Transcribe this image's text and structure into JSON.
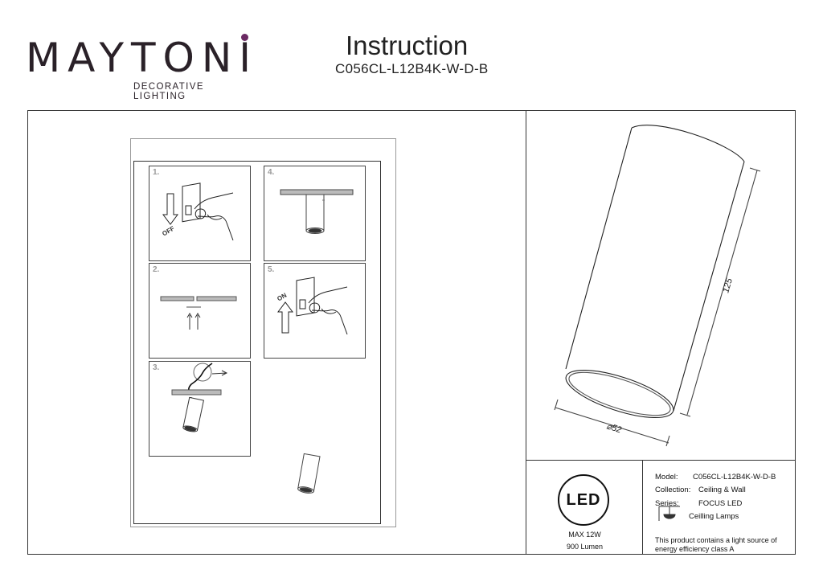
{
  "brand": {
    "name": "MAYTONI",
    "tagline": "DECORATIVE LIGHTING",
    "accent_color": "#6b2a63"
  },
  "header": {
    "title": "Instruction",
    "model": "C056CL-L12B4K-W-D-B"
  },
  "steps": [
    {
      "number": "1.",
      "switch_label": "OFF"
    },
    {
      "number": "2."
    },
    {
      "number": "3."
    },
    {
      "number": "4."
    },
    {
      "number": "5.",
      "switch_label": "ON"
    }
  ],
  "dimensions": {
    "height": "125",
    "diameter": "⌀52"
  },
  "led": {
    "badge": "LED",
    "power": "MAX 12W",
    "lumen": "900 Lumen"
  },
  "specs": {
    "model_label": "Model:",
    "model_value": "C056CL-L12B4K-W-D-B",
    "collection_label": "Collection:",
    "collection_value": "Ceiling & Wall",
    "series_label": "Series:",
    "series_value": "FOCUS LED",
    "type_value": "Ceilling Lamps",
    "energy_note_line1": "This product contains a light source of",
    "energy_note_line2": "energy efficiency class A"
  }
}
